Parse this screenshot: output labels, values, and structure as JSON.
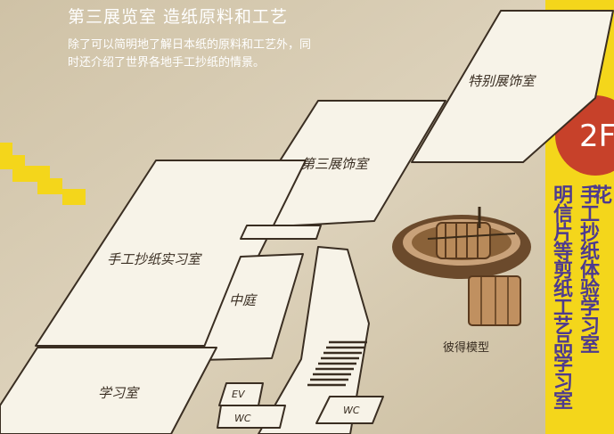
{
  "header": {
    "title": "第三展览室 造纸原料和工艺",
    "description_line1": "除了可以简明地了解日本纸的原料和工艺外，同",
    "description_line2": "时还介绍了世界各地手工抄纸的情景。"
  },
  "rooms": {
    "special_exhibition": "特别展饰室",
    "third_exhibition": "第三展饰室",
    "papermaking_practice": "手工抄纸实习室",
    "courtyard": "中庭",
    "study_room": "学习室",
    "ev": "EV",
    "wc_left": "WC",
    "wc_right": "WC"
  },
  "model": {
    "caption": "彼得模型"
  },
  "side_panel": {
    "floor": "2F",
    "col1": "明信片等剪纸工艺品学习室",
    "col2": "手工抄纸体验学习室",
    "col3": "花"
  },
  "colors": {
    "background": "#d9cdb5",
    "room_fill": "#f7f3e8",
    "room_stroke": "#3a2e22",
    "accent_yellow": "#f4d61b",
    "floor_badge": "#c7412a",
    "side_text": "#4d3a8f"
  }
}
